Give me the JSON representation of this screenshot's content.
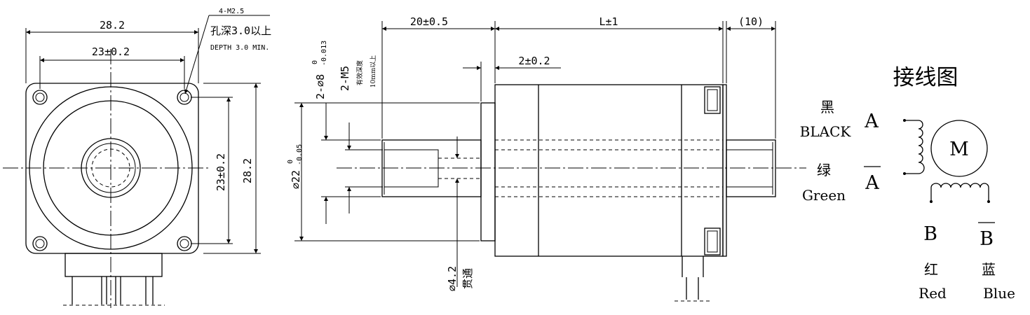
{
  "front_view": {
    "width_dim": "28.2",
    "hole_spacing_dim": "23±0.2",
    "vert_hole_spacing_dim": "23±0.2",
    "height_dim": "28.2",
    "hole_callout": {
      "spec": "4-M2.5",
      "depth_cn": "孔深3.0以上",
      "depth_en": "DEPTH 3.0 MIN."
    }
  },
  "side_view": {
    "shaft_length_dim": "20±0.5",
    "body_length_dim": "L±1",
    "rear_shaft_dim": "(10)",
    "flange_dim": "2±0.2",
    "pilot_dia_main": "⌀22",
    "pilot_tol_upper": "0",
    "pilot_tol_lower": "-0.05",
    "shaft_dia_main": "2-⌀8",
    "shaft_tol_upper": "0",
    "shaft_tol_lower": "-0.013",
    "thread_spec": "2-M5",
    "thread_note_1": "有效深度",
    "thread_note_2": "10mm以上",
    "bore_dia": "⌀4.2",
    "bore_note": "贯通"
  },
  "wiring": {
    "title": "接线图",
    "motor_label": "M",
    "phase_a": "A",
    "phase_a_bar": "A",
    "phase_b": "B",
    "phase_b_bar": "B",
    "wire_a_cn": "黑",
    "wire_a_en": "BLACK",
    "wire_abar_cn": "绿",
    "wire_abar_en": "Green",
    "wire_b_cn": "红",
    "wire_b_en": "Red",
    "wire_bbar_cn": "蓝",
    "wire_bbar_en": "Blue"
  }
}
